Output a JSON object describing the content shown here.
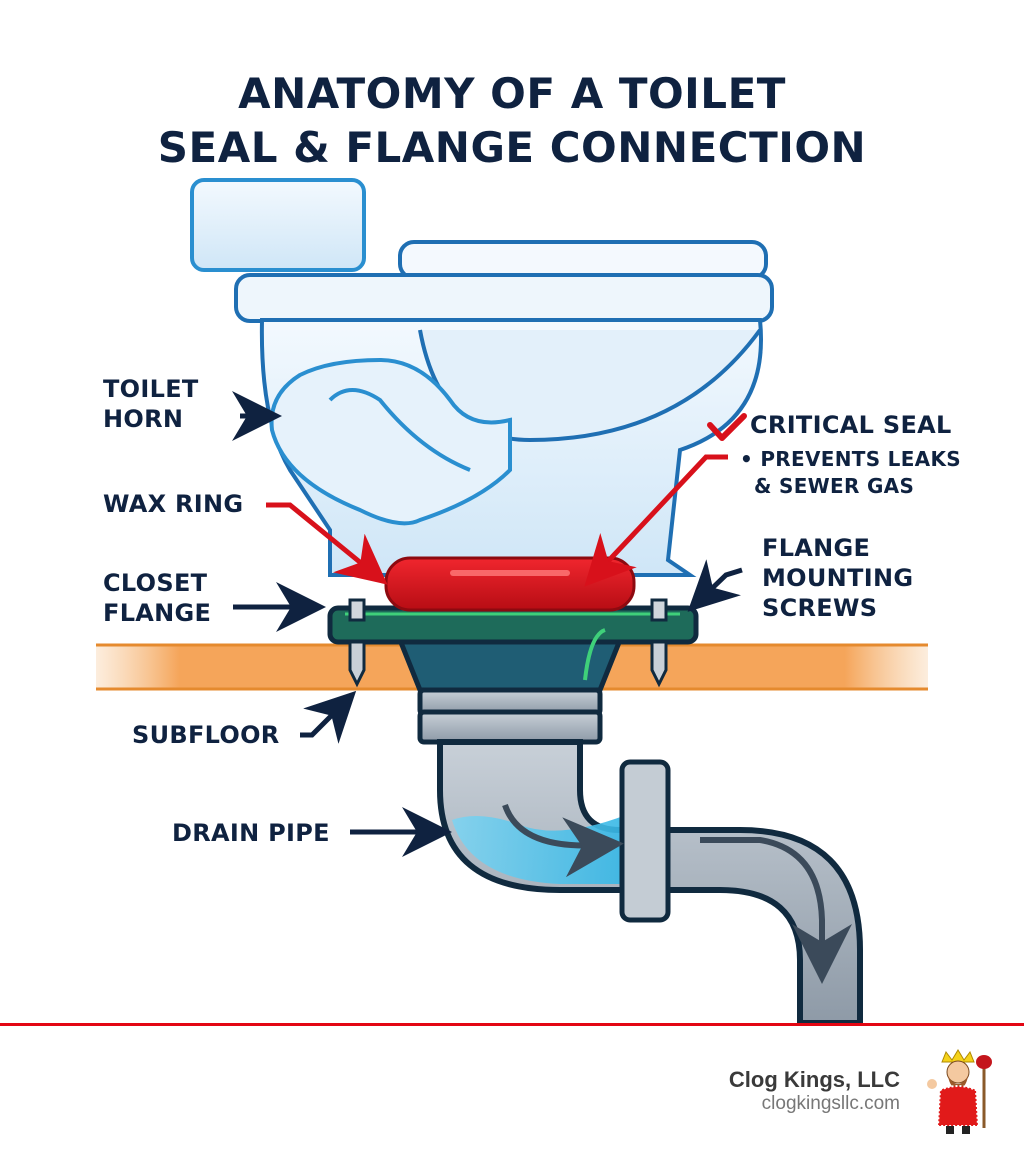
{
  "title": {
    "line1": "ANATOMY OF A TOILET",
    "line2": "SEAL & FLANGE CONNECTION"
  },
  "labels": {
    "toilet_horn": [
      "TOILET",
      "HORN"
    ],
    "wax_ring": "WAX RING",
    "closet_flange": [
      "CLOSET",
      "FLANGE"
    ],
    "subfloor": "SUBFLOOR",
    "drain_pipe": "DRAIN PIPE",
    "critical_seal": {
      "heading": "CRITICAL SEAL",
      "bullet_line1": "• PREVENTS LEAKS",
      "bullet_line2": "& SEWER GAS"
    },
    "flange_screws": [
      "FLANGE",
      "MOUNTING",
      "SCREWS"
    ]
  },
  "colors": {
    "text_navy": "#0f2240",
    "accent_red": "#e30613",
    "wax_red": "#d8111b",
    "flange_green": "#1e6b5a",
    "subfloor_orange": "#f29a43",
    "porcelain_blue": "#2a8fd0",
    "pipe_gray": "#a9b4c0"
  },
  "footer": {
    "company": "Clog Kings, LLC",
    "website": "clogkingsllc.com"
  }
}
